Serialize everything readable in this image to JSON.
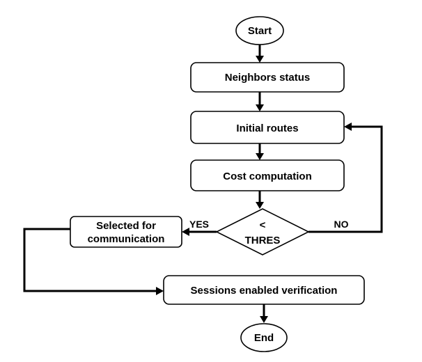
{
  "nodes": {
    "start": "Start",
    "neighbors": "Neighbors status",
    "initial_routes": "Initial routes",
    "cost": "Cost computation",
    "decision": {
      "line1": "<",
      "line2": "THRES"
    },
    "selected": {
      "line1": "Selected for",
      "line2": "communication"
    },
    "sessions": "Sessions enabled verification",
    "end": "End"
  },
  "edges": {
    "yes": "YES",
    "no": "NO"
  }
}
